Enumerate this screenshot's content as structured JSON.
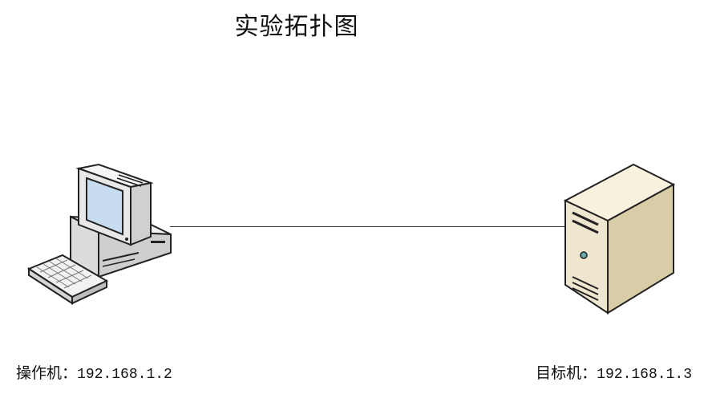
{
  "diagram": {
    "title": "实验拓扑图",
    "nodes": [
      {
        "id": "operator",
        "icon": "desktop-computer-icon",
        "name": "操作机",
        "separator": "：",
        "ip": "192.168.1.2"
      },
      {
        "id": "target",
        "icon": "server-tower-icon",
        "name": "目标机",
        "separator": "：",
        "ip": "192.168.1.3"
      }
    ],
    "edges": [
      {
        "from": "operator",
        "to": "target"
      }
    ],
    "colors": {
      "line": "#333333",
      "server_body": "#efe6cf"
    }
  }
}
